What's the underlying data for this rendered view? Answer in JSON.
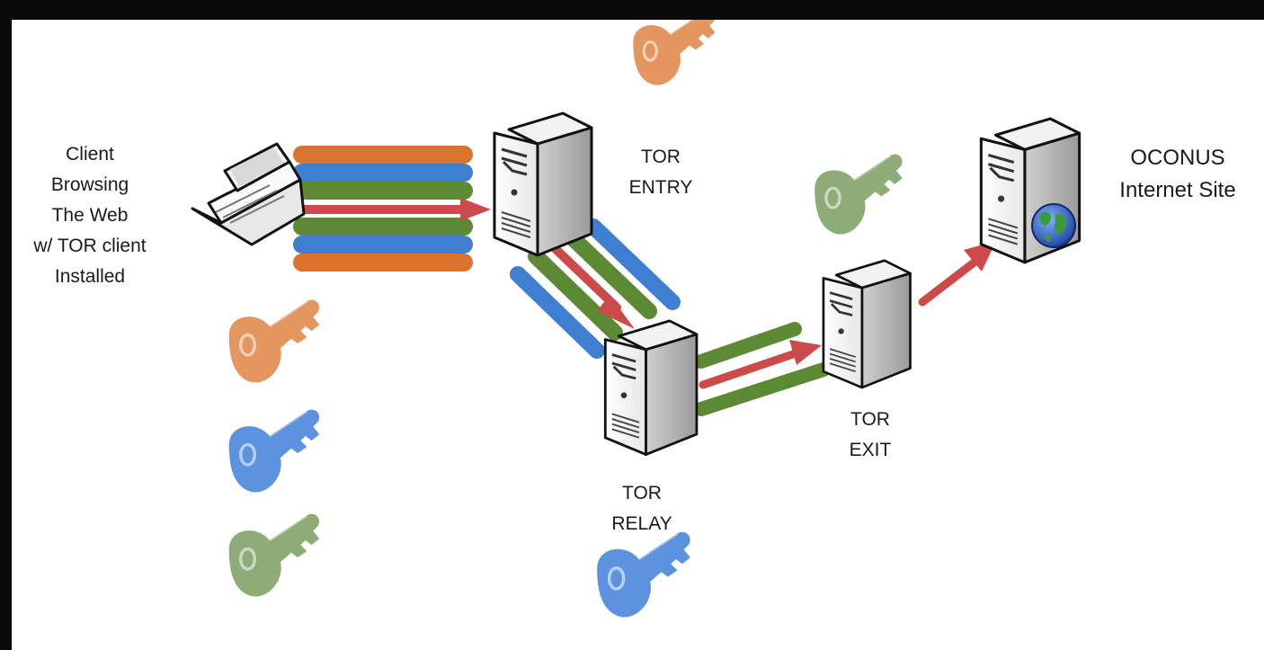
{
  "labels": {
    "client": [
      "Client",
      "Browsing",
      "The Web",
      "w/ TOR client",
      "Installed"
    ],
    "entry": [
      "TOR",
      "ENTRY"
    ],
    "relay": [
      "TOR",
      "RELAY"
    ],
    "exit": [
      "TOR",
      "EXIT"
    ],
    "site": [
      "OCONUS",
      "Internet Site"
    ]
  },
  "colors": {
    "orange": "#d9732d",
    "blue": "#3f7fd2",
    "green": "#5c8a34",
    "red": "#cc4a4a",
    "orange_key": "#e39660",
    "blue_key": "#5d92de",
    "green_key": "#8dac78",
    "background": "#ffffff",
    "frame": "#0a0a0a"
  },
  "icons": [
    "laptop-icon",
    "server-icon",
    "key-icon",
    "globe-icon"
  ]
}
